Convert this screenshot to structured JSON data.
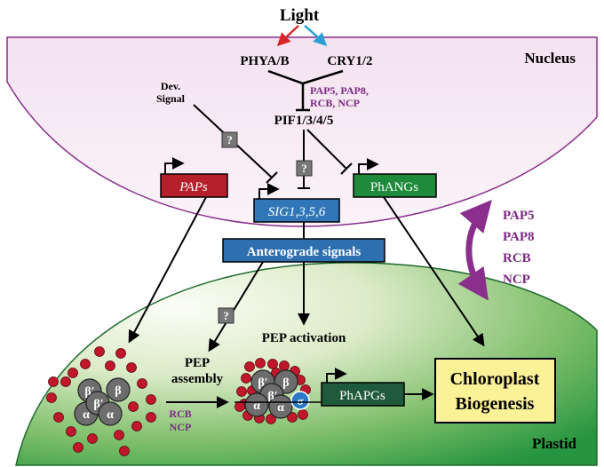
{
  "title": "Light",
  "compartments": {
    "nucleus": "Nucleus",
    "plastid": "Plastid"
  },
  "photoreceptors": {
    "phy": "PHYA/B",
    "cry": "CRY1/2"
  },
  "regulators_label": [
    "PAP5, PAP8,",
    "RCB, NCP"
  ],
  "pif": "PIF1/3/4/5",
  "dev_signal": [
    "Dev.",
    "Signal"
  ],
  "unknown_mark": "?",
  "genes": {
    "paps": "PAPs",
    "sig": "SIG1,3,5,6",
    "phangs": "PhANGs",
    "phapgs": "PhAPGs"
  },
  "anterograde": "Anterograde signals",
  "pep_activation": "PEP activation",
  "pep_assembly": [
    "PEP",
    "assembly"
  ],
  "assembly_factors": [
    "RCB",
    "NCP"
  ],
  "retrograde_proteins": [
    "PAP5",
    "PAP8",
    "RCB",
    "NCP"
  ],
  "outcome": [
    "Chloroplast",
    "Biogenesis"
  ],
  "subunits": {
    "beta_prime": "β′",
    "beta": "β",
    "alpha": "α",
    "sigma": "σ"
  },
  "colors": {
    "light_red_arrow": "#d7262a",
    "light_blue_arrow": "#2f9fd8",
    "purple_text": "#7b2a82",
    "purple_arrow": "#8a2f8c",
    "paps_fill": "#b5202a",
    "sig_fill": "#3177b8",
    "anterograde_fill": "#2e6fb0",
    "phangs_fill": "#1f8a3b",
    "phapgs_fill": "#1f5a3a",
    "biogenesis_fill": "#fbf197",
    "dot_red": "#c0172b",
    "subunit_gray": "#6d6d6d",
    "sigma_blue": "#2a79c2",
    "nucleus_fill": "#f6e8f3",
    "plastid_green": "#27953f"
  }
}
